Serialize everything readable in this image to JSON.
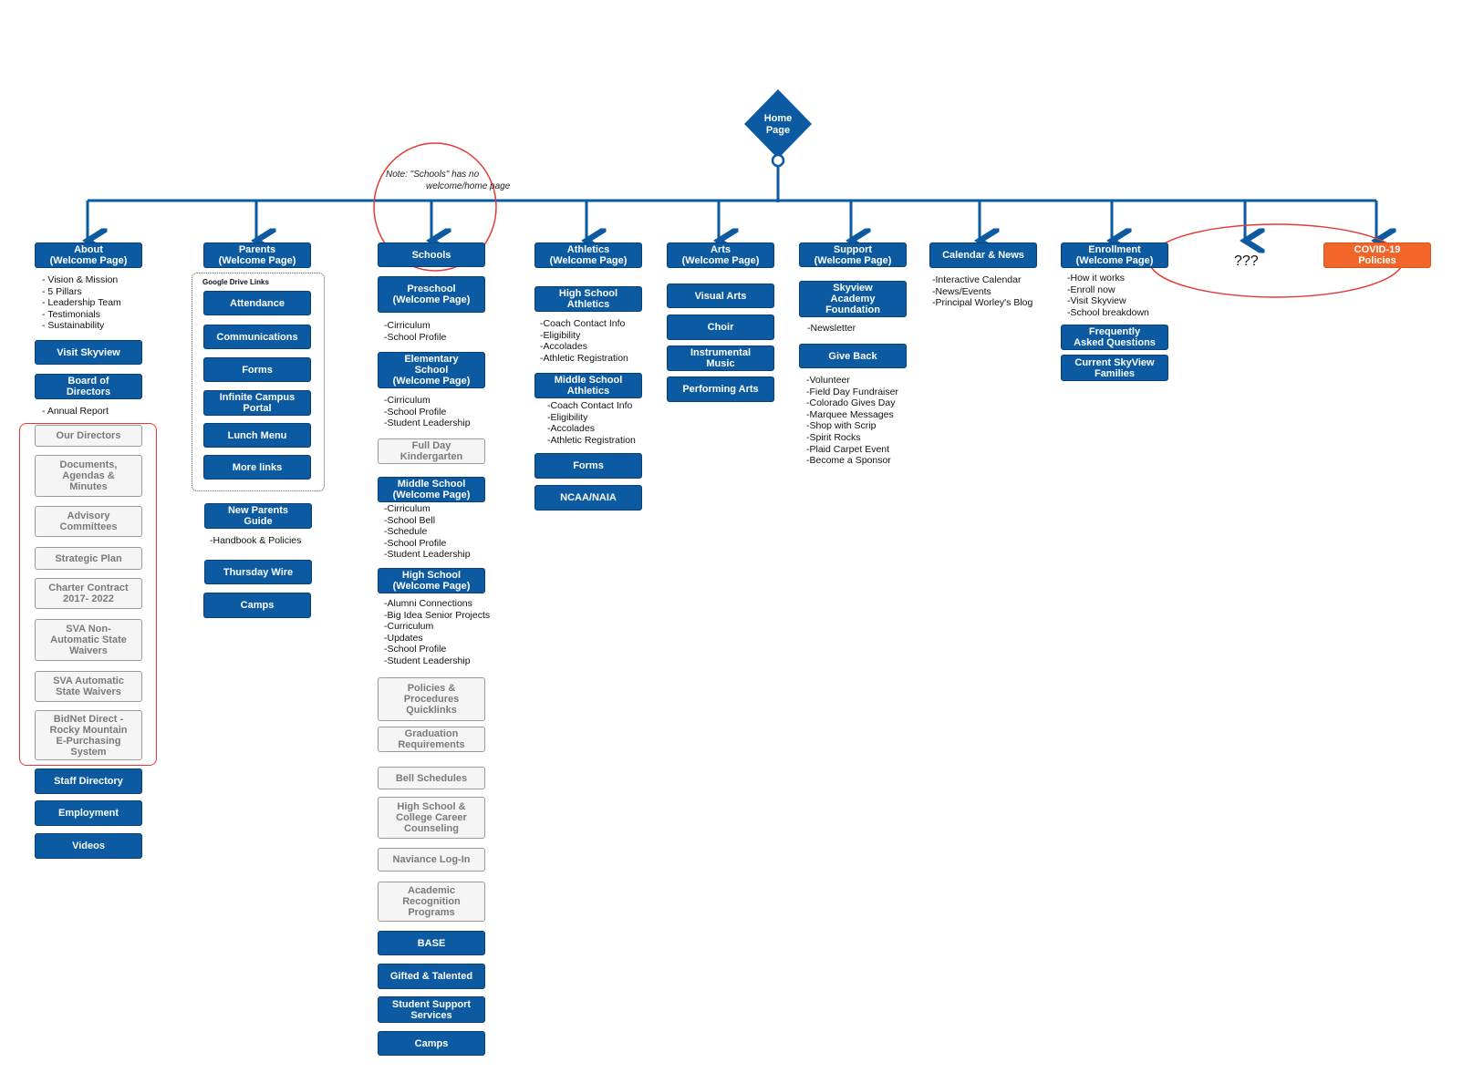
{
  "home": {
    "label_line1": "Home",
    "label_line2": "Page"
  },
  "note": {
    "line1": "Note: \"Schools\" has no",
    "line2": "welcome/home page"
  },
  "placeholder": "???",
  "covid": "COVID-19\nPolicies",
  "google_drive_links": "Google Drive Links",
  "about": {
    "header": "About\n(Welcome Page)",
    "items": [
      "- Vision & Mission",
      "- 5 Pillars",
      "- Leadership Team",
      "- Testimonials",
      "- Sustainability"
    ],
    "visit": "Visit Skyview",
    "board": "Board of\nDirectors",
    "annual": "- Annual Report",
    "gray": [
      "Our Directors",
      "Documents,\nAgendas &\nMinutes",
      "Advisory\nCommittees",
      "Strategic Plan",
      "Charter Contract\n2017- 2022",
      "SVA Non-\nAutomatic State\nWaivers",
      "SVA Automatic\nState Waivers",
      "BidNet Direct -\nRocky Mountain\nE-Purchasing\nSystem"
    ],
    "staff": "Staff Directory",
    "employment": "Employment",
    "videos": "Videos"
  },
  "parents": {
    "header": "Parents\n(Welcome Page)",
    "drive": [
      "Attendance",
      "Communications",
      "Forms",
      "Infinite Campus\nPortal",
      "Lunch Menu",
      "More links"
    ],
    "guide": "New Parents\nGuide",
    "handbook": "-Handbook & Policies",
    "thursday": "Thursday Wire",
    "camps": "Camps"
  },
  "schools": {
    "header": "Schools",
    "preschool": "Preschool\n(Welcome Page)",
    "preschool_items": [
      "-Cirriculum",
      "-School Profile"
    ],
    "elementary": "Elementary\nSchool\n(Welcome Page)",
    "elementary_items": [
      "-Cirriculum",
      "-School Profile",
      "-Student Leadership"
    ],
    "fullday": "Full Day\nKindergarten",
    "middle": "Middle School\n(Welcome Page)",
    "middle_items": [
      "-Cirriculum",
      "-School Bell",
      "-Schedule",
      "-School Profile",
      "-Student Leadership"
    ],
    "high": "High School\n(Welcome Page)",
    "high_items": [
      "-Alumni Connections",
      "-Big Idea Senior Projects",
      "-Curriculum",
      "-Updates",
      "-School Profile",
      "-Student Leadership"
    ],
    "gray": [
      "Policies &\nProcedures\nQuicklinks",
      "Graduation\nRequirements",
      "Bell Schedules",
      "High School &\nCollege Career\nCounseling",
      "Naviance Log-In",
      "Academic\nRecognition\nPrograms"
    ],
    "base": "BASE",
    "gifted": "Gifted & Talented",
    "support": "Student Support\nServices",
    "camps": "Camps"
  },
  "athletics": {
    "header": "Athletics\n(Welcome Page)",
    "hs": "High School\nAthletics",
    "hs_items": [
      "-Coach Contact Info",
      "-Eligibility",
      "-Accolades",
      "-Athletic Registration"
    ],
    "ms": "Middle School\nAthletics",
    "ms_items": [
      "-Coach Contact Info",
      "-Eligibility",
      "-Accolades",
      "-Athletic Registration"
    ],
    "forms": "Forms",
    "ncaa": "NCAA/NAIA"
  },
  "arts": {
    "header": "Arts\n(Welcome Page)",
    "items": [
      "Visual Arts",
      "Choir",
      "Instrumental\nMusic",
      "Performing Arts"
    ]
  },
  "support": {
    "header": "Support\n(Welcome Page)",
    "foundation": "Skyview\nAcademy\nFoundation",
    "newsletter": "-Newsletter",
    "giveback": "Give Back",
    "giveback_items": [
      "-Volunteer",
      "-Field Day Fundraiser",
      "-Colorado Gives Day",
      "-Marquee Messages",
      "-Shop with Scrip",
      "-Spirit Rocks",
      "-Plaid Carpet Event",
      "-Become a Sponsor"
    ]
  },
  "calendar": {
    "header": "Calendar & News",
    "items": [
      "-Interactive Calendar",
      "-News/Events",
      "-Principal Worley's Blog"
    ]
  },
  "enrollment": {
    "header": "Enrollment\n(Welcome Page)",
    "items": [
      "-How it works",
      "-Enroll now",
      "-Visit Skyview",
      "-School breakdown"
    ],
    "faq": "Frequently\nAsked Questions",
    "families": "Current SkyView\nFamilies"
  },
  "colors": {
    "blue": "#0b5aa2",
    "orange": "#f26529",
    "red": "#e53935",
    "gray_border": "#9a9a9a"
  }
}
